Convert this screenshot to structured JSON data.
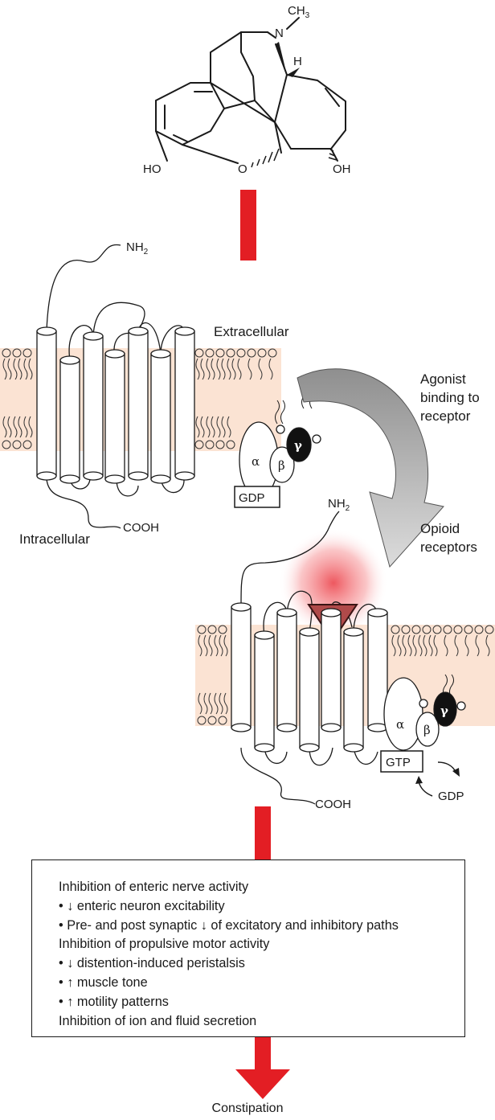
{
  "molecule": {
    "methyl": "CH",
    "methyl_sub": "3",
    "nitrogen": "N",
    "hydrogen": "H",
    "oxygen": "O",
    "hydroxyl_left": "HO",
    "hydroxyl_right": "OH"
  },
  "receptor_top": {
    "n_terminus": "NH",
    "n_terminus_sub": "2",
    "c_terminus": "COOH",
    "extracellular": "Extracellular",
    "intracellular": "Intracellular",
    "g_alpha": "α",
    "g_beta": "β",
    "g_gamma": "γ",
    "nucleotide": "GDP"
  },
  "transition": {
    "line1": "Agonist",
    "line2": "binding to",
    "line3": "receptor",
    "line4": "Opioid",
    "line5": "receptors"
  },
  "receptor_bottom": {
    "n_terminus": "NH",
    "n_terminus_sub": "2",
    "c_terminus": "COOH",
    "g_alpha": "α",
    "g_beta": "β",
    "g_gamma": "γ",
    "nucleotide": "GTP",
    "released": "GDP"
  },
  "effects": [
    "Inhibition of enteric nerve activity",
    "• ↓ enteric neuron excitability",
    "• Pre- and post synaptic ↓ of excitatory and inhibitory paths",
    "Inhibition of propulsive motor activity",
    "• ↓ distention-induced peristalsis",
    "• ↑ muscle tone",
    "• ↑ motility patterns",
    "Inhibition of ion and fluid secretion"
  ],
  "outcome": "Constipation",
  "colors": {
    "arrow_red": "#e31e24",
    "membrane": "#fbe3d3",
    "curved_arrow": "#a9a9a9",
    "ligand": "#b04a4a"
  }
}
